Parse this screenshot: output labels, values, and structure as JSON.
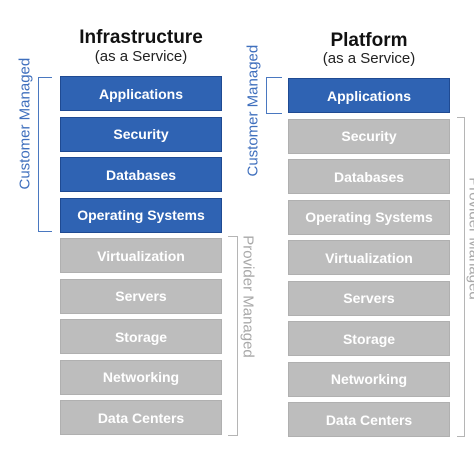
{
  "iaas": {
    "title": "Infrastructure",
    "subtitle": "(as a Service)",
    "customer_label": "Customer Managed",
    "provider_label": "Provider Managed",
    "layers": [
      {
        "label": "Applications",
        "managed": "customer"
      },
      {
        "label": "Security",
        "managed": "customer"
      },
      {
        "label": "Databases",
        "managed": "customer"
      },
      {
        "label": "Operating Systems",
        "managed": "customer"
      },
      {
        "label": "Virtualization",
        "managed": "provider"
      },
      {
        "label": "Servers",
        "managed": "provider"
      },
      {
        "label": "Storage",
        "managed": "provider"
      },
      {
        "label": "Networking",
        "managed": "provider"
      },
      {
        "label": "Data Centers",
        "managed": "provider"
      }
    ]
  },
  "paas": {
    "title": "Platform",
    "subtitle": "(as a Service)",
    "customer_label": "Customer Managed",
    "provider_label": "Provider Managed",
    "layers": [
      {
        "label": "Applications",
        "managed": "customer"
      },
      {
        "label": "Security",
        "managed": "provider"
      },
      {
        "label": "Databases",
        "managed": "provider"
      },
      {
        "label": "Operating Systems",
        "managed": "provider"
      },
      {
        "label": "Virtualization",
        "managed": "provider"
      },
      {
        "label": "Servers",
        "managed": "provider"
      },
      {
        "label": "Storage",
        "managed": "provider"
      },
      {
        "label": "Networking",
        "managed": "provider"
      },
      {
        "label": "Data Centers",
        "managed": "provider"
      }
    ]
  },
  "colors": {
    "customer": "#2f63b3",
    "provider": "#bdbdbd",
    "customer_text": "#3f6fbd",
    "provider_text": "#a9a9a9"
  }
}
